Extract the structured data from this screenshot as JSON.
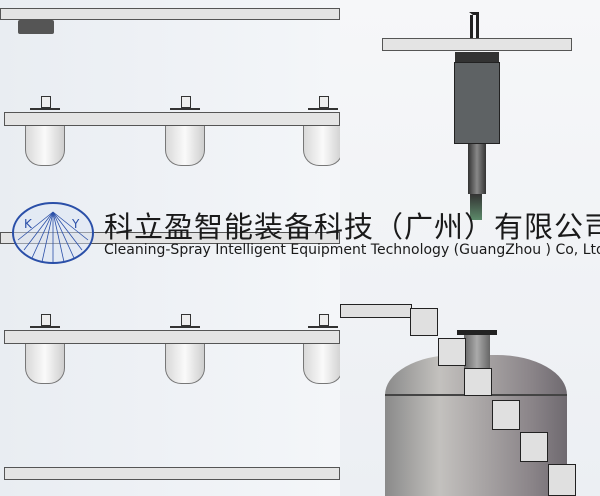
{
  "logo": {
    "letters": [
      "K",
      "Y"
    ],
    "mark": "spray-fan-logo"
  },
  "company": {
    "name_cn": "科立盈智能装备科技（广州）有限公司",
    "name_en": "Cleaning-Spray Intelligent Equipment Technology (GuangZhou ) Co, Ltd."
  }
}
